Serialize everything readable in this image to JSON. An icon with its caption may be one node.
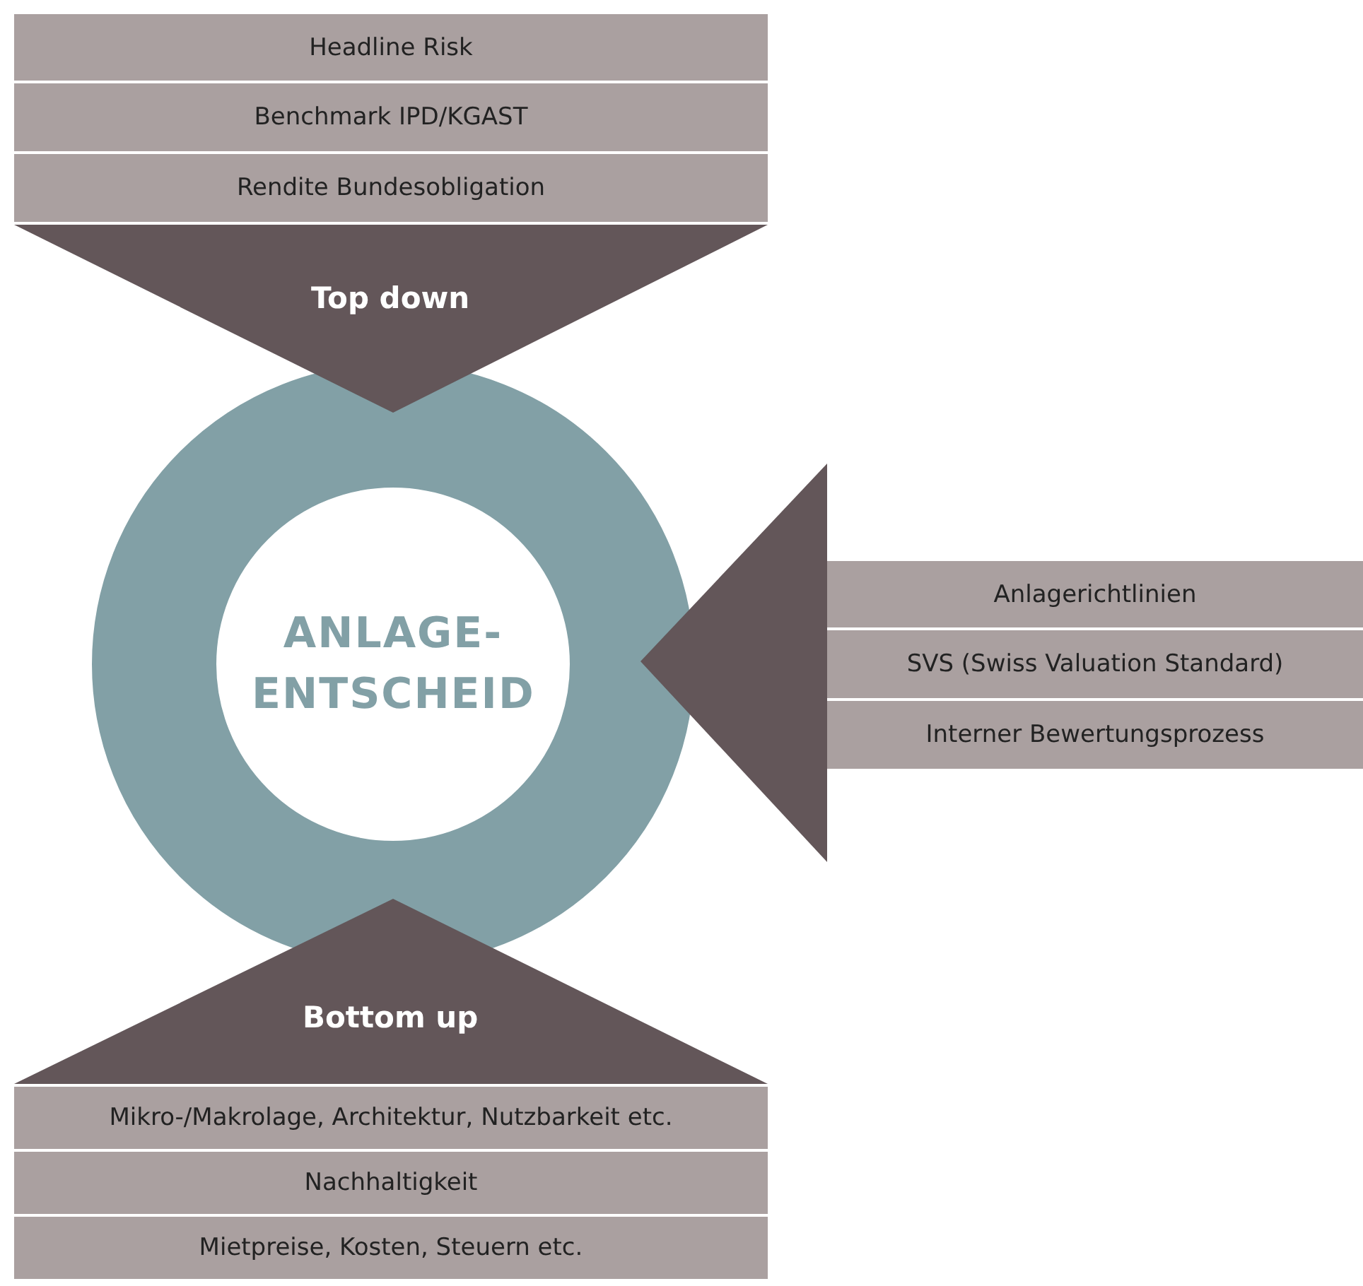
{
  "diagram": {
    "nodes": [
      {
        "text": [
          "Headline Risk"
        ]
      },
      {
        "text": [
          "Benchmark IPD/KGAST"
        ]
      },
      {
        "text": [
          "Rendite Bundesobligation"
        ]
      },
      {
        "text": [
          "Top down"
        ]
      },
      {
        "text": [
          "ANLAGE- ENTSCHEID"
        ]
      },
      {
        "text": [],
        "shape": "triangle"
      },
      {
        "text": [
          "Anlagerichtlinien"
        ]
      },
      {
        "text": [
          "SVS (Swiss Valuation Standard)"
        ]
      },
      {
        "text": [
          "Interner Bewertungsprozess"
        ]
      },
      {
        "text": [
          "Bottom up"
        ]
      },
      {
        "text": [
          "Mikro-/Makrolage, Architektur, Nutzbarkeit etc."
        ]
      },
      {
        "text": [
          "Nachhaltigkeit"
        ]
      },
      {
        "text": [
          "Mietpreise, Kosten, Steuern etc."
        ]
      }
    ]
  }
}
